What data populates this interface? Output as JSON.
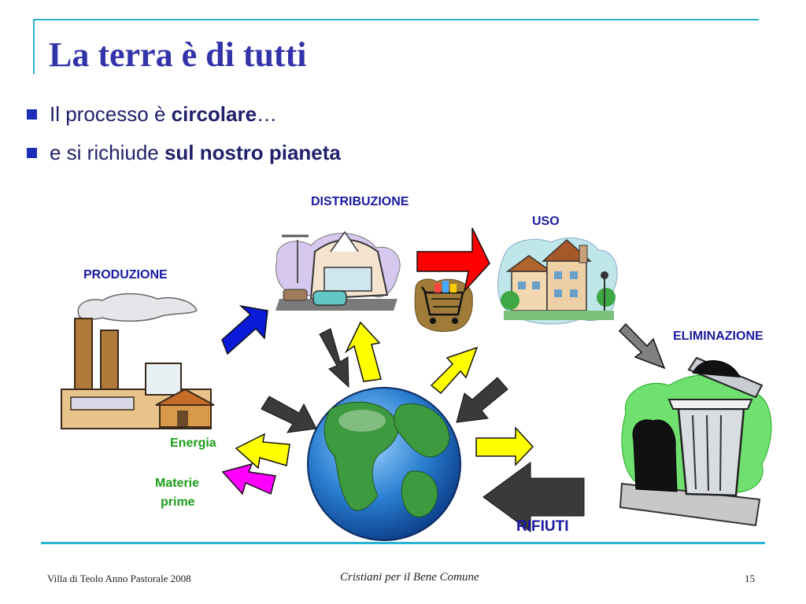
{
  "slide": {
    "title": "La terra è di tutti",
    "bullets": [
      {
        "text": "Il processo è ",
        "bold": "circolare",
        "suffix": "…"
      },
      {
        "text": "e si richiude ",
        "bold": "sul nostro pianeta",
        "suffix": ""
      }
    ]
  },
  "diagram": {
    "labels": {
      "distribuzione": "DISTRIBUZIONE",
      "uso": "USO",
      "produzione": "PRODUZIONE",
      "eliminazione": "ELIMINAZIONE",
      "energia": "Energia",
      "materie_line1": "Materie",
      "materie_line2": "prime",
      "rifiuti": "RIFIUTI"
    },
    "colors": {
      "blue_arrow": "#0a1ad6",
      "yellow_arrow": "#ffff00",
      "dark_arrow": "#3a3a3a",
      "gray_arrow": "#808080",
      "red_arrow": "#ff0000",
      "magenta_arrow": "#ff00ff",
      "frame": "#2ab3d6"
    },
    "icons": [
      "factory-icon",
      "shopping-mall-icon",
      "shopping-cart-icon",
      "houses-icon",
      "trash-can-icon",
      "globe-icon"
    ]
  },
  "footer": {
    "left": "Villa di Teolo Anno Pastorale 2008",
    "center": "Cristiani per il Bene Comune",
    "page": "15"
  }
}
